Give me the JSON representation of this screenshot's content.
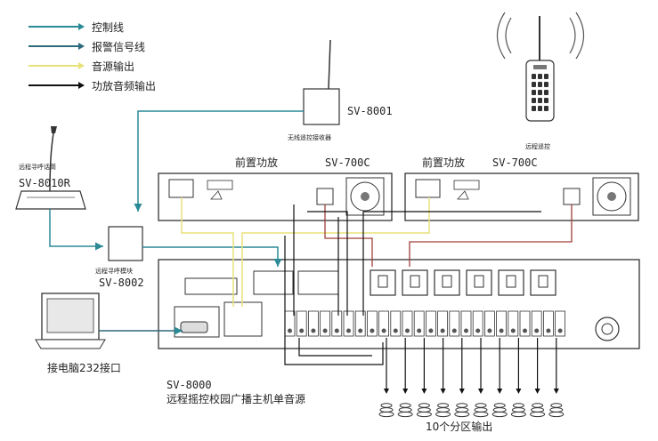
{
  "legend": [
    {
      "label": "控制线",
      "color": "#2a8a96"
    },
    {
      "label": "报警信号线",
      "color": "#2d6a7d"
    },
    {
      "label": "音源输出",
      "color": "#e9e27a"
    },
    {
      "label": "功放音频输出",
      "color": "#111111"
    }
  ],
  "receiver": {
    "model": "SV-8001",
    "caption": "无线遥控接收器"
  },
  "remote": {
    "caption": "远程遥控"
  },
  "mic": {
    "caption": "远程寻呼话筒",
    "model": "SV-8010R"
  },
  "module": {
    "caption": "远程寻呼模块",
    "model": "SV-8002"
  },
  "amp_left": {
    "caption": "前置功放",
    "model": "SV-700C"
  },
  "amp_right": {
    "caption": "前置功放",
    "model": "SV-700C"
  },
  "host": {
    "model": "SV-8000",
    "caption": "远程摇控校园广播主机单音源"
  },
  "pc": {
    "caption": "接电脑232接口"
  },
  "zones": {
    "caption": "10个分区输出",
    "count": 10
  }
}
